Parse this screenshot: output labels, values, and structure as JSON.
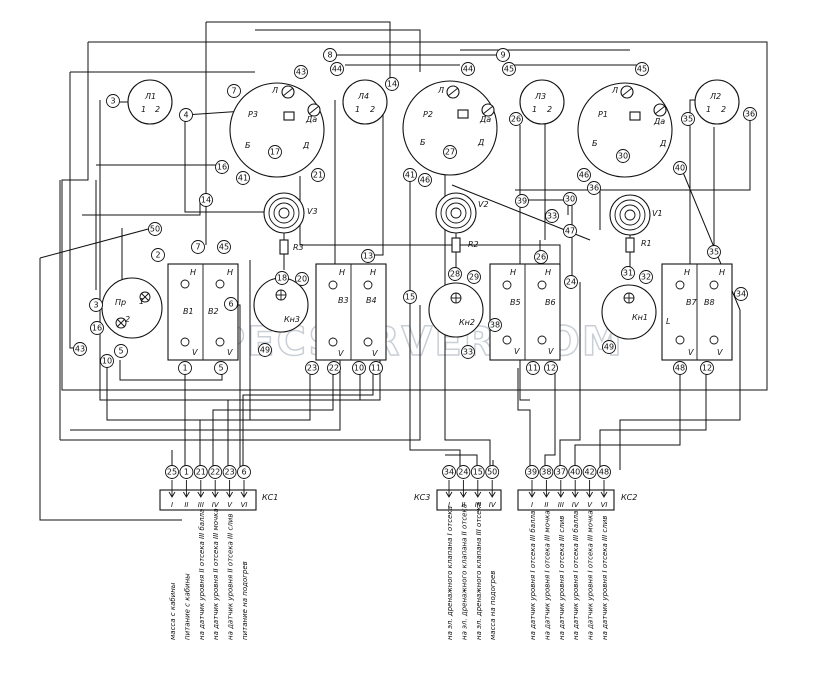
{
  "watermark": "SPECSERVER.COM",
  "gauges": [
    {
      "name": "Р3",
      "l": "Л",
      "b": "Б",
      "d": "Д",
      "da": "Да"
    },
    {
      "name": "Р2",
      "l": "Л",
      "b": "Б",
      "d": "Д",
      "da": "Да"
    },
    {
      "name": "Р1",
      "l": "Л",
      "b": "Б",
      "d": "Д",
      "da": "Да"
    }
  ],
  "lamps": [
    {
      "name": "Л1",
      "p1": "1",
      "p2": "2"
    },
    {
      "name": "Л4",
      "p1": "1",
      "p2": "2"
    },
    {
      "name": "Л3",
      "p1": "1",
      "p2": "2"
    },
    {
      "name": "Л2",
      "p1": "1",
      "p2": "2"
    }
  ],
  "transformers": [
    "V3",
    "V2",
    "V1"
  ],
  "resistors": [
    "R3",
    "R2",
    "R1"
  ],
  "switches": [
    "Кн3",
    "Кн2",
    "Кн1"
  ],
  "fuse": "Пр",
  "blocks": [
    {
      "a": "В1",
      "b": "В2",
      "h": "Н",
      "v": "V"
    },
    {
      "a": "В3",
      "b": "В4",
      "h": "Н",
      "v": "V"
    },
    {
      "a": "В5",
      "b": "В6",
      "h": "Н",
      "v": "V"
    },
    {
      "a": "В7",
      "b": "В8",
      "h": "Н",
      "v": "V"
    }
  ],
  "switch_marks": [
    "1",
    "2",
    "L"
  ],
  "connectors": [
    {
      "name": "КС1",
      "pins": [
        "I",
        "II",
        "III",
        "IV",
        "V",
        "VI"
      ],
      "wires": [
        "25",
        "1",
        "21",
        "22",
        "23",
        "6"
      ]
    },
    {
      "name": "КС3",
      "pins": [
        "I",
        "II",
        "III",
        "IV"
      ],
      "wires": [
        "34",
        "24",
        "15",
        "50"
      ]
    },
    {
      "name": "КС2",
      "pins": [
        "I",
        "II",
        "III",
        "IV",
        "V",
        "VI"
      ],
      "wires": [
        "39",
        "38",
        "37",
        "40",
        "42",
        "48"
      ]
    }
  ],
  "captions": {
    "ks1": [
      "масса с кабины",
      "питание с кабины",
      "на датчик уровня II отсека III балла",
      "на датчик уровня II отсека III мочка",
      "на датчик уровня II отсека III слив",
      "питание на подогрев"
    ],
    "ks3": [
      "на эл. дренажного клапана I отсека",
      "на эл. дренажного клапана II отсека",
      "на эл. дренажного клапана III отсека",
      "масса на подогрев"
    ],
    "ks2": [
      "на датчик уровня I отсека III балла",
      "на датчик уровня I отсека III мочка",
      "на датчик уровня I отсека III слив",
      "на датчик уровня I отсека III балла",
      "на датчик уровня I отсека III мочка",
      "на датчик уровня I отсека III слив"
    ]
  },
  "wire_numbers": {
    "n1": "1",
    "n2": "2",
    "n3": "3",
    "n4": "4",
    "n5": "5",
    "n6": "6",
    "n7": "7",
    "n8": "8",
    "n9": "9",
    "n10": "10",
    "n11": "11",
    "n12": "12",
    "n13": "13",
    "n14": "14",
    "n15": "15",
    "n16": "16",
    "n17": "17",
    "n18": "18",
    "n20": "20",
    "n21": "21",
    "n22": "22",
    "n23": "23",
    "n24": "24",
    "n26": "26",
    "n27": "27",
    "n28": "28",
    "n29": "29",
    "n30": "30",
    "n31": "31",
    "n32": "32",
    "n33": "33",
    "n34": "34",
    "n35": "35",
    "n36": "36",
    "n38": "38",
    "n39": "39",
    "n40": "40",
    "n41": "41",
    "n43": "43",
    "n44": "44",
    "n45": "45",
    "n46": "46",
    "n47": "47",
    "n48": "48",
    "n49": "49",
    "n50": "50"
  }
}
